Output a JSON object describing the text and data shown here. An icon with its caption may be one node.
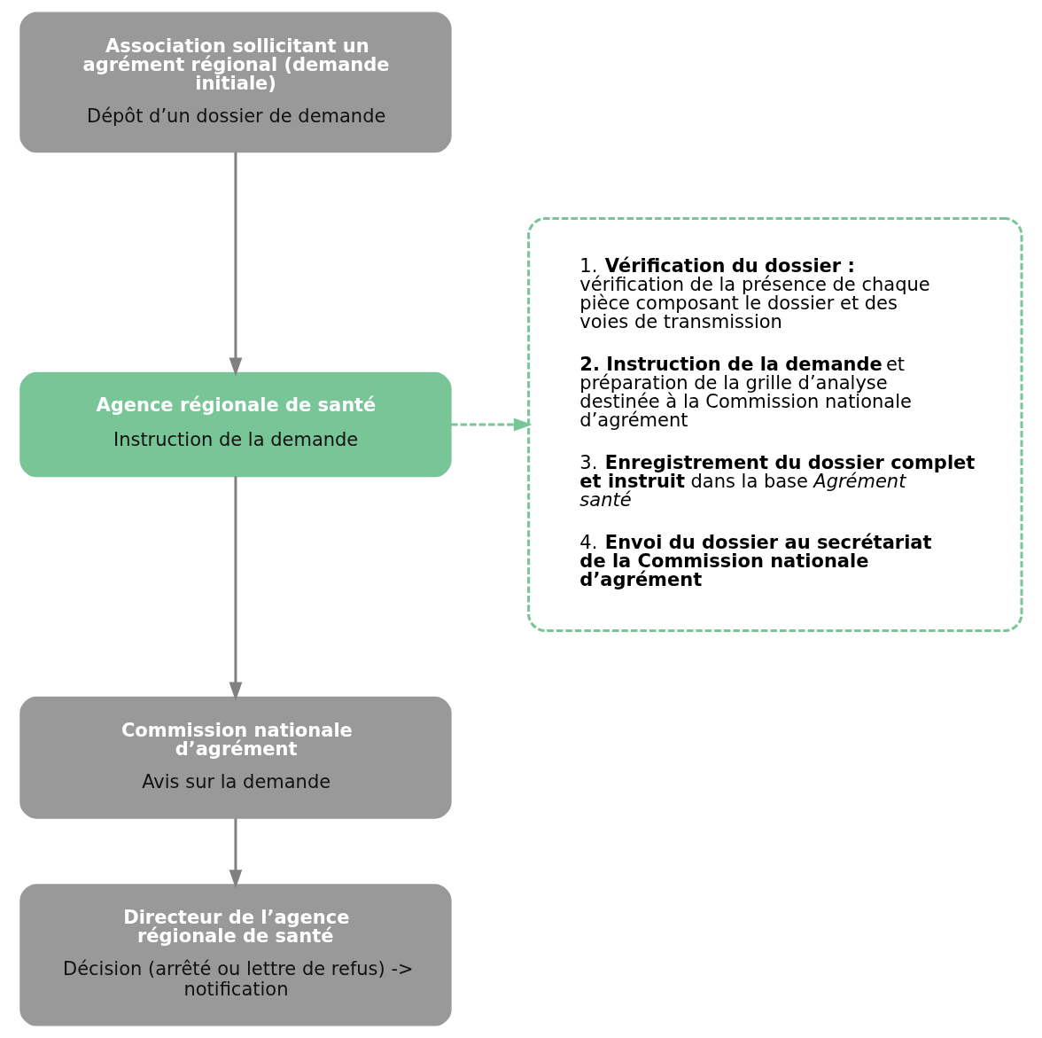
{
  "diagram": {
    "nodes": [
      {
        "text": [
          "Association sollicitant un agrément régional (demande initiale)",
          "Dépôt d’un dossier de demande"
        ]
      },
      {
        "text": [
          "Agence régionale de santé",
          "Instruction de la demande"
        ]
      },
      {
        "text": [
          "Commission nationale d’agrément",
          "Avis sur la demande"
        ]
      },
      {
        "text": [
          "Directeur de l’agence régionale de santé",
          "Décision (arrêté ou lettre de refus) -> notification"
        ]
      },
      {
        "text": [
          "1. **Vérification du dossier :** vérification de la présence de chaque pièce composant le dossier et des voies de transmission",
          "**2. Instruction de la demande** et préparation de la grille d’analyse destinée à la Commission nationale d’agrément",
          "3. **Enregistrement du dossier complet et instruit** dans la base *Agrément santé*",
          "4. **Envoi du dossier au secrétariat de la Commission nationale d’agrément**"
        ]
      }
    ],
    "edges": [
      {
        "from": 0,
        "to": 1,
        "arrow": "to"
      },
      {
        "from": 1,
        "to": 2,
        "arrow": "to"
      },
      {
        "from": 2,
        "to": 3,
        "arrow": "to"
      },
      {
        "from": 1,
        "to": 4,
        "arrow": "to",
        "style": "dashed",
        "color": "#78c597"
      }
    ]
  }
}
